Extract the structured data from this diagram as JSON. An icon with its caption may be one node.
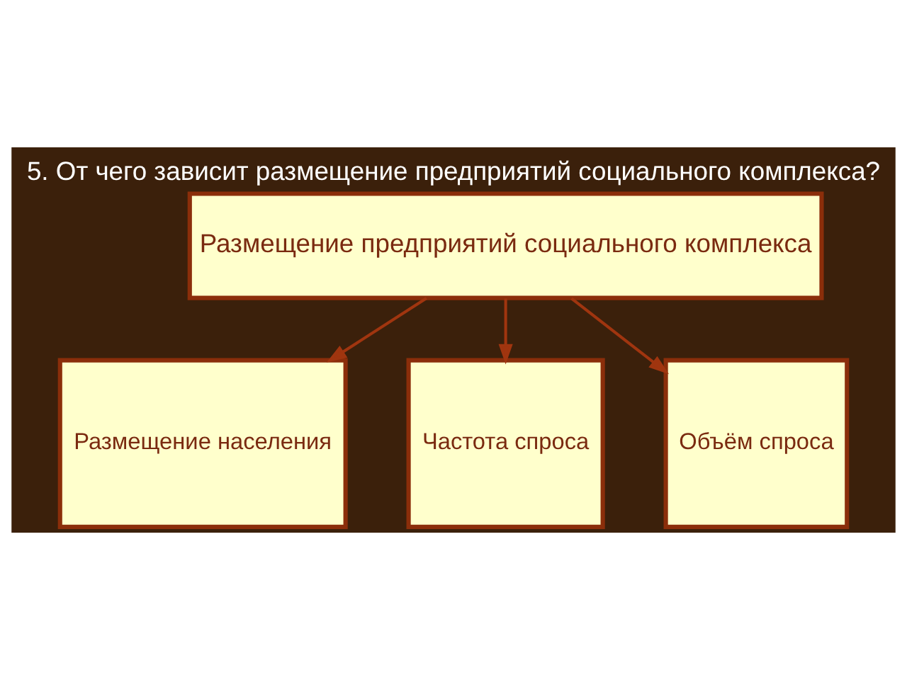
{
  "diagram": {
    "title": "5. От чего зависит размещение предприятий социального комплекса?",
    "nodes": [
      {
        "text": [
          "Размещение предприятий социального комплекса"
        ]
      },
      {
        "text": [
          "Размещение населения"
        ]
      },
      {
        "text": [
          "Частота спроса"
        ]
      },
      {
        "text": [
          "Объём спроса"
        ]
      }
    ],
    "edges": [
      {
        "from": 0,
        "to": 1,
        "arrow": "to"
      },
      {
        "from": 0,
        "to": 2,
        "arrow": "to"
      },
      {
        "from": 0,
        "to": 3,
        "arrow": "to"
      }
    ]
  }
}
